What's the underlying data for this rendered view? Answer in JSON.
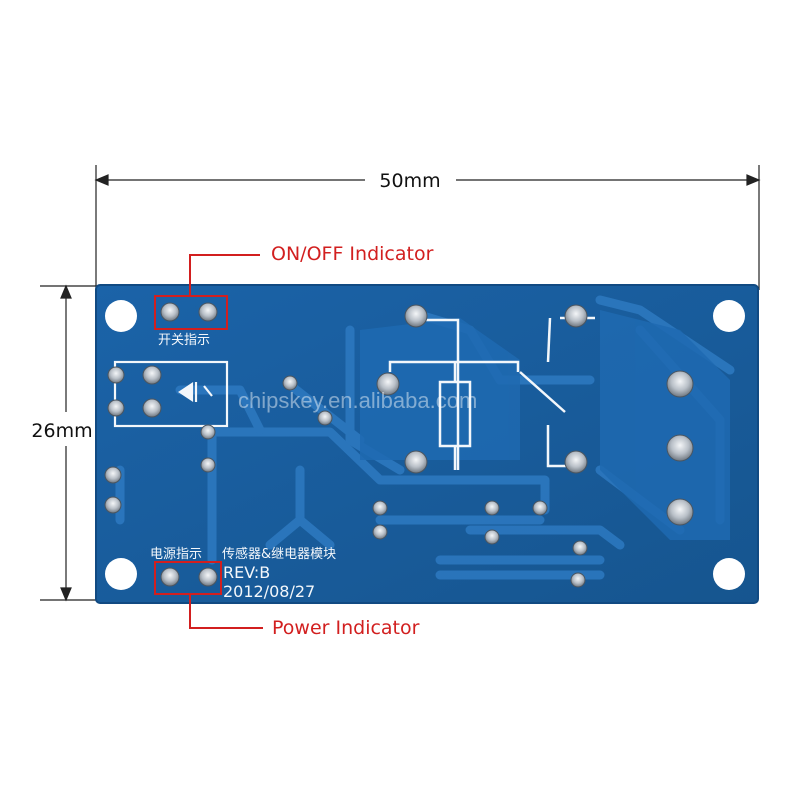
{
  "dimensions": {
    "width_label": "50mm",
    "height_label": "26mm"
  },
  "callouts": {
    "top": "ON/OFF Indicator",
    "bottom": "Power Indicator"
  },
  "silkscreen": {
    "top_indicator": "开关指示",
    "power_indicator": "电源指示",
    "module_name": "传感器&继电器模块",
    "revision": "REV:B",
    "date": "2012/08/27"
  },
  "watermark": "chipskey.en.alibaba.com",
  "colors": {
    "board": "#1a5fa0",
    "board_edge": "#114a82",
    "trace": "#2c78bf",
    "callout_red": "#d21f1f",
    "pad": "#c7ccd2"
  }
}
